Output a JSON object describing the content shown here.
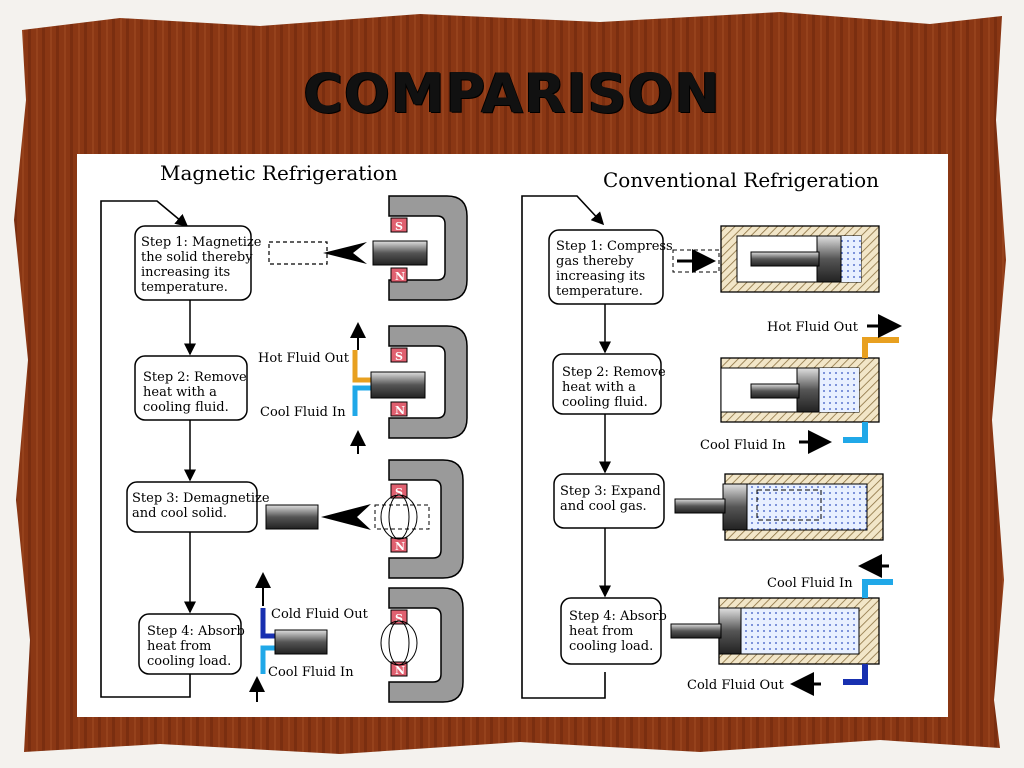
{
  "slide": {
    "title": "COMPARISON"
  },
  "magnetic": {
    "heading": "Magnetic Refrigeration",
    "steps": [
      [
        "Step 1: Magnetize",
        "the solid thereby",
        "increasing its",
        "temperature."
      ],
      [
        "Step 2: Remove",
        "heat with a",
        "cooling fluid."
      ],
      [
        "Step 3: Demagnetize",
        "and cool solid."
      ],
      [
        "Step 4: Absorb",
        "heat from",
        "cooling load."
      ]
    ],
    "labels": {
      "hot_out": "Hot Fluid Out",
      "cool_in_2": "Cool Fluid In",
      "cold_out": "Cold Fluid Out",
      "cool_in_4": "Cool Fluid In"
    },
    "pole_s": "S",
    "pole_n": "N"
  },
  "conventional": {
    "heading": "Conventional Refrigeration",
    "steps": [
      [
        "Step 1: Compress",
        "gas thereby",
        "increasing its",
        "temperature."
      ],
      [
        "Step 2: Remove",
        "heat with a",
        "cooling fluid."
      ],
      [
        "Step 3: Expand",
        "and cool gas."
      ],
      [
        "Step 4: Absorb",
        "heat from",
        "cooling load."
      ]
    ],
    "labels": {
      "hot_out": "Hot Fluid Out",
      "cool_in_2": "Cool Fluid In",
      "cool_in_4": "Cool Fluid In",
      "cold_out": "Cold Fluid Out"
    }
  },
  "colors": {
    "frame": "#8a3714",
    "magnet": "#9a9a9a",
    "pole": "#e06070",
    "hot": "#e8a020",
    "cool": "#20a8e8",
    "cold": "#1830b0"
  }
}
